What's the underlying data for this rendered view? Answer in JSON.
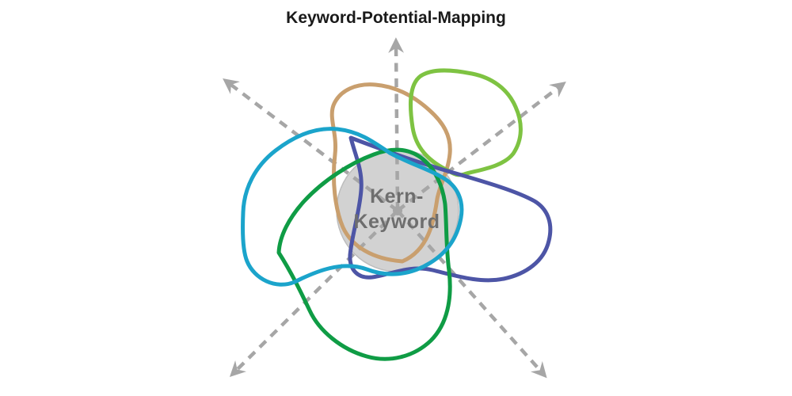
{
  "title": "Keyword-Potential-Mapping",
  "title_color": "#1a1a1a",
  "center": {
    "line1": "Kern-",
    "line2": "Keyword",
    "fill": "#d2d2d2",
    "edge": "#bdbdbd",
    "text_color": "#6e6e6e"
  },
  "arrows": {
    "color": "#a6a6a6",
    "directions": [
      "up",
      "up-left",
      "up-right",
      "down-left",
      "down-right"
    ]
  },
  "petals": [
    {
      "id": "top",
      "color": "#c99f6e"
    },
    {
      "id": "top-right",
      "color": "#7ec342"
    },
    {
      "id": "right",
      "color": "#4d55a6"
    },
    {
      "id": "bottom",
      "color": "#0f9c45"
    },
    {
      "id": "left",
      "color": "#1ba4cb"
    }
  ]
}
